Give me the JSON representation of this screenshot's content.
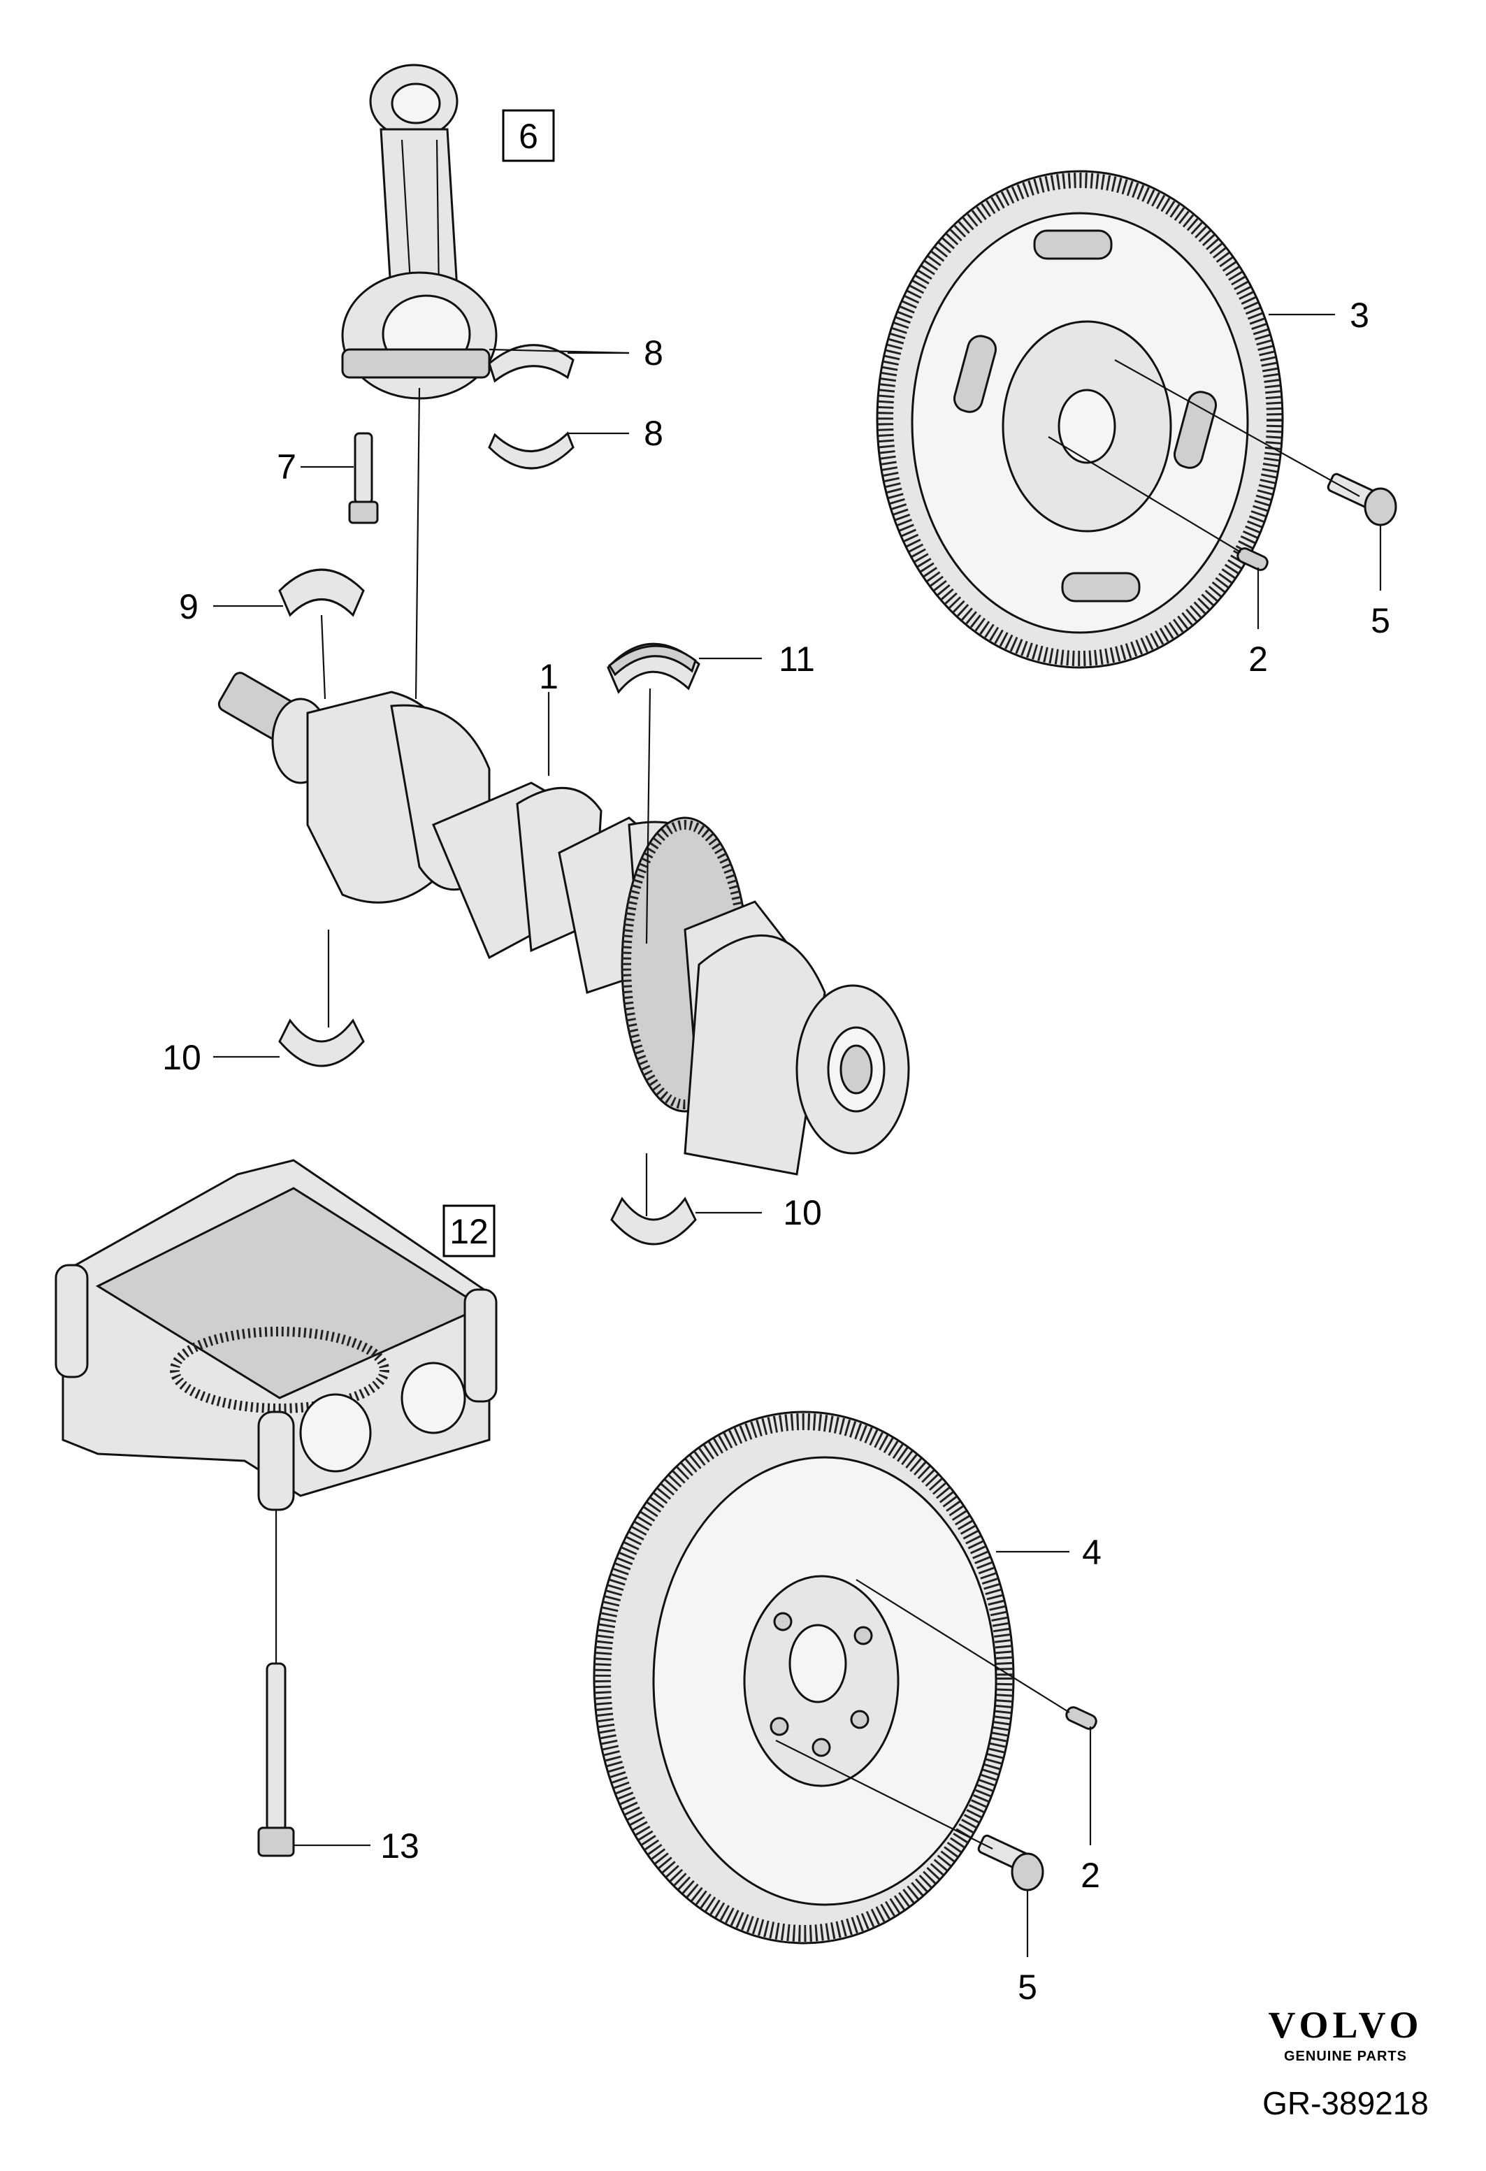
{
  "callouts": {
    "c1": "1",
    "c2_top": "2",
    "c2_bottom": "2",
    "c3": "3",
    "c4": "4",
    "c5_top": "5",
    "c5_bottom": "5",
    "c6": "6",
    "c7": "7",
    "c8_upper": "8",
    "c8_lower": "8",
    "c9": "9",
    "c10_left": "10",
    "c10_right": "10",
    "c11": "11",
    "c12": "12",
    "c13": "13"
  },
  "brand": {
    "name": "VOLVO",
    "tagline": "GENUINE PARTS",
    "diagram_code": "GR-389218"
  },
  "icons": [
    "connecting-rod",
    "bearing-shell",
    "bolt",
    "crankshaft",
    "flexplate",
    "dual-mass-flywheel",
    "dowel-pin",
    "balance-shaft-unit"
  ]
}
